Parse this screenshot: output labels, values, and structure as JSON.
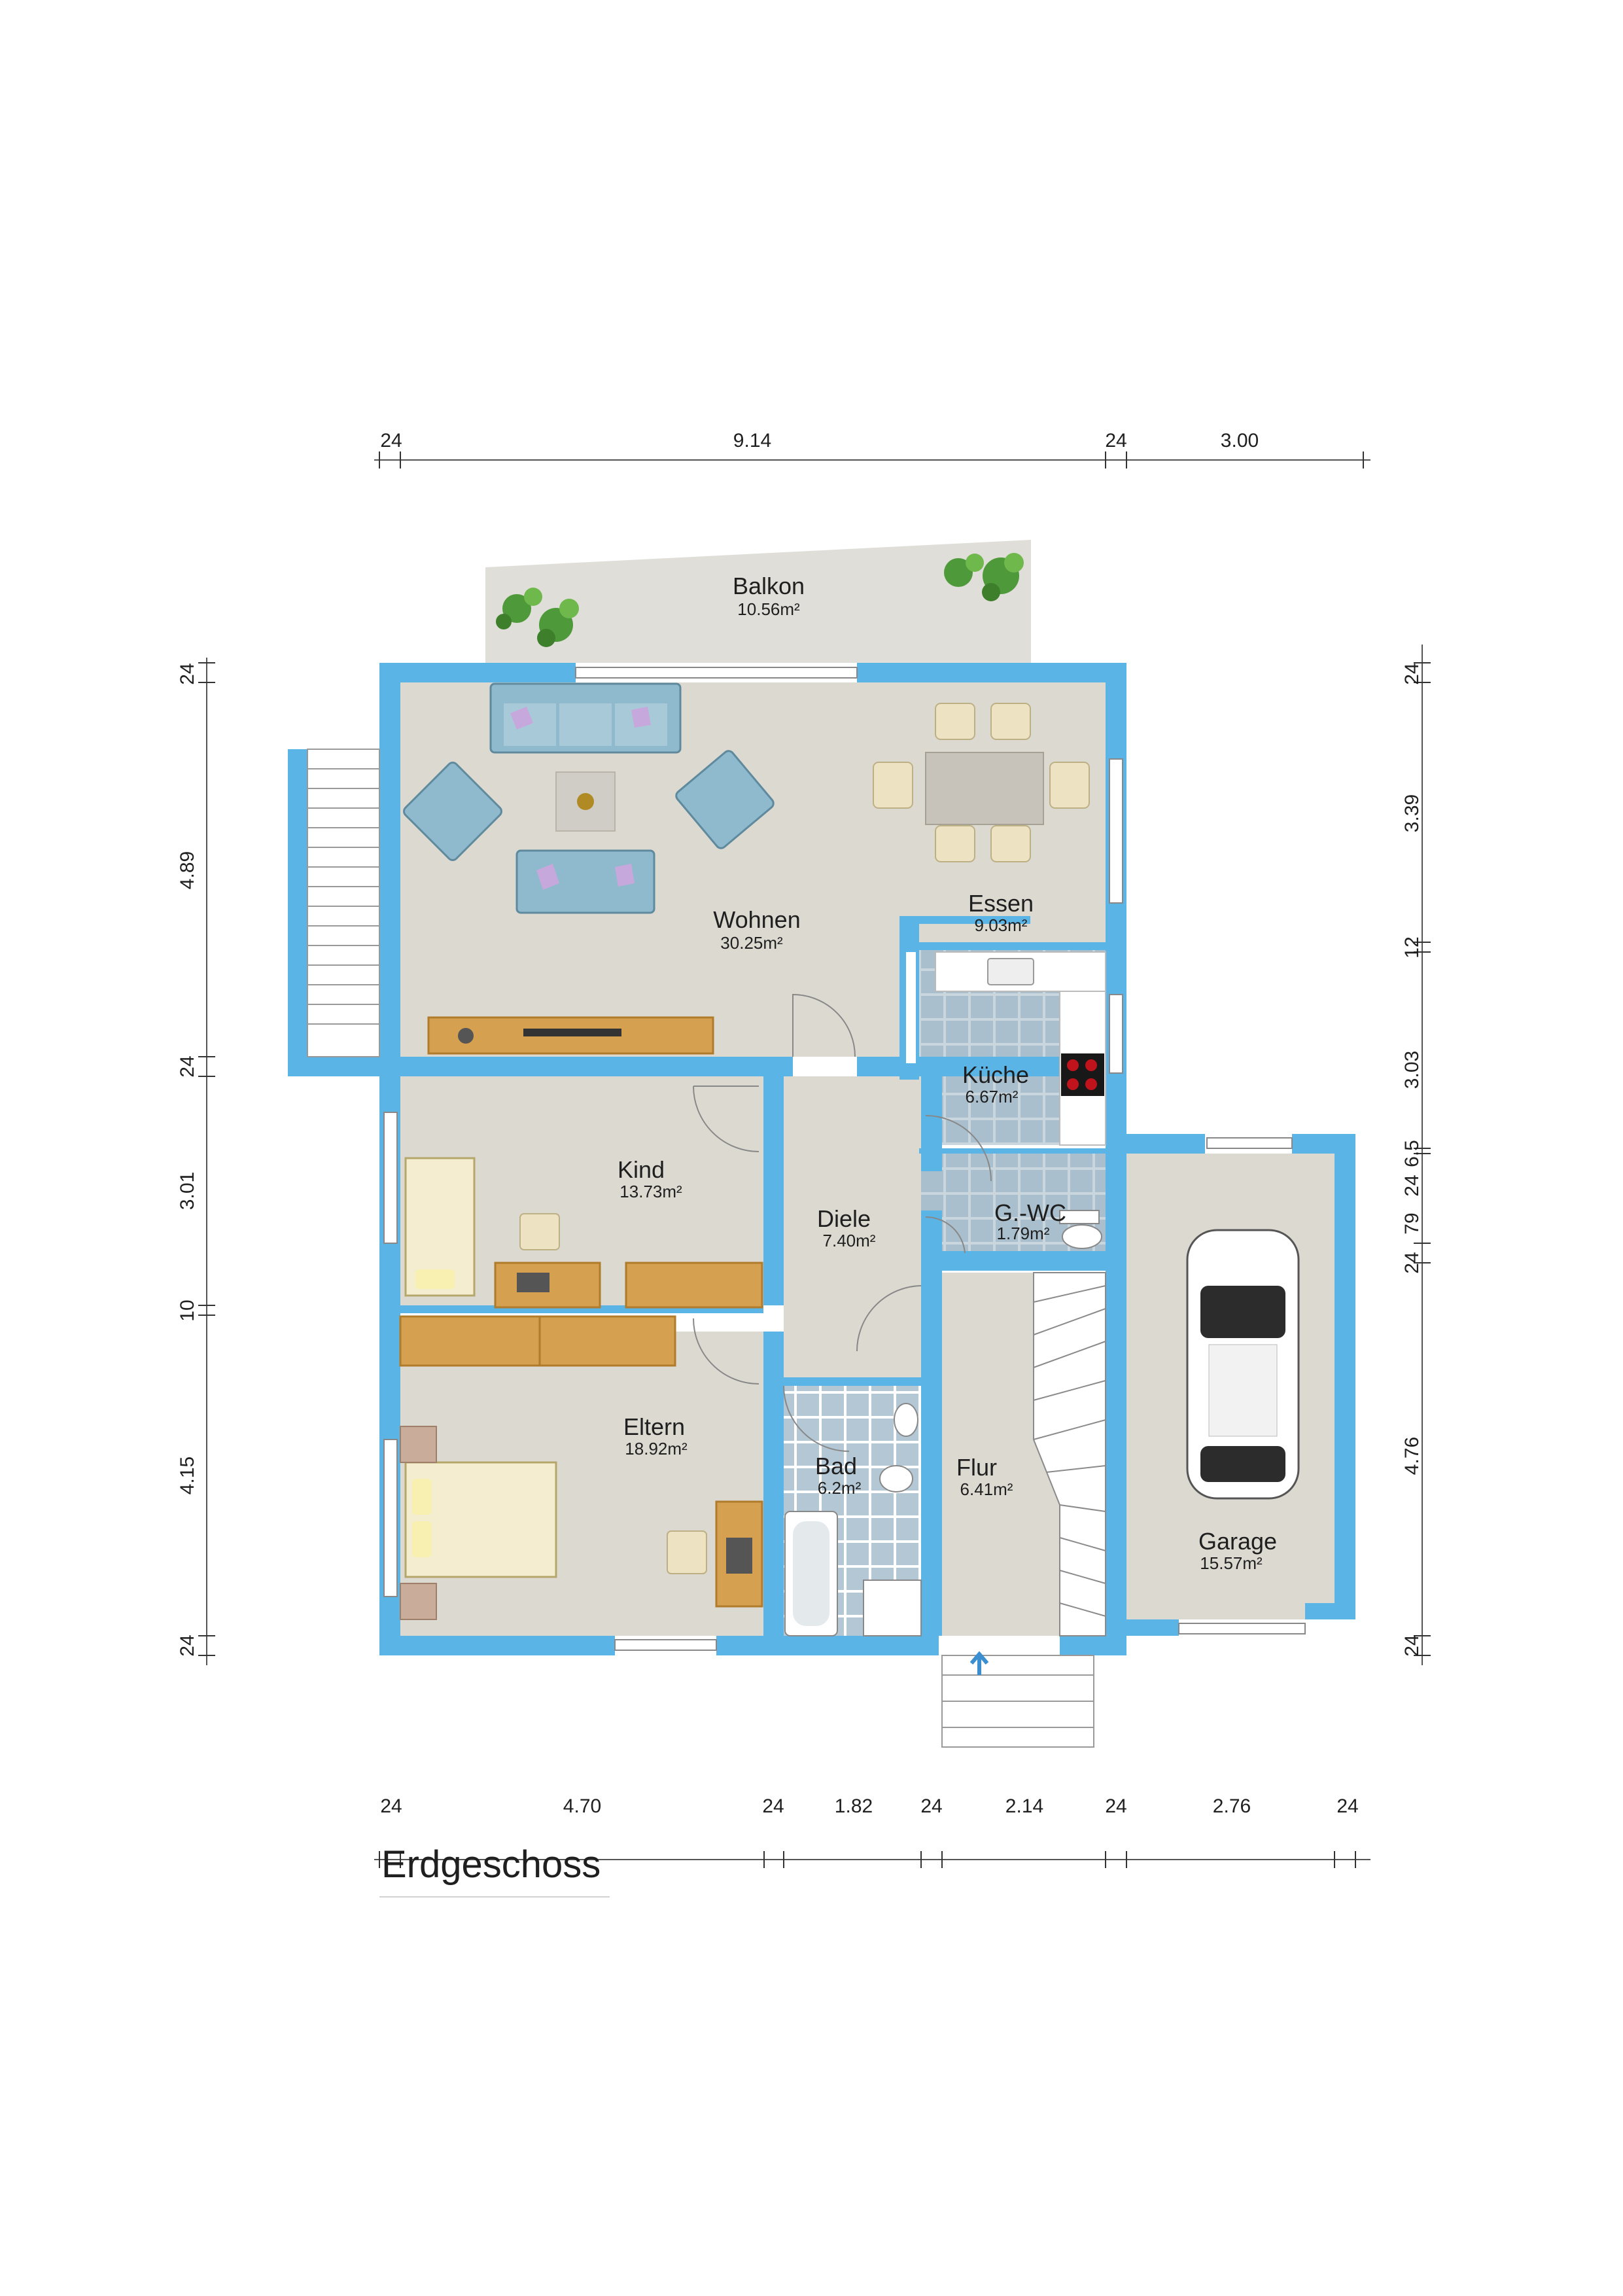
{
  "title": "Erdgeschoss",
  "rooms": {
    "balkon": {
      "name": "Balkon",
      "area": "10.56m²"
    },
    "wohnen": {
      "name": "Wohnen",
      "area": "30.25m²"
    },
    "essen": {
      "name": "Essen",
      "area": "9.03m²"
    },
    "kueche": {
      "name": "Küche",
      "area": "6.67m²"
    },
    "gwc": {
      "name": "G.-WC",
      "area": "1.79m²"
    },
    "kind": {
      "name": "Kind",
      "area": "13.73m²"
    },
    "diele": {
      "name": "Diele",
      "area": "7.40m²"
    },
    "eltern": {
      "name": "Eltern",
      "area": "18.92m²"
    },
    "bad": {
      "name": "Bad",
      "area": "6.2m²"
    },
    "flur": {
      "name": "Flur",
      "area": "6.41m²"
    },
    "garage": {
      "name": "Garage",
      "area": "15.57m²"
    }
  },
  "dimensions": {
    "top": [
      "24",
      "9.14",
      "24",
      "3.00"
    ],
    "bottom": [
      "24",
      "4.70",
      "24",
      "1.82",
      "24",
      "2.14",
      "24",
      "2.76",
      "24"
    ],
    "left": [
      "24",
      "4.89",
      "24",
      "3.01",
      "10",
      "4.15",
      "24"
    ],
    "right": [
      "24",
      "3.39",
      "12",
      "3.03",
      "6.5",
      "24",
      "79",
      "24",
      "4.76",
      "24"
    ]
  },
  "colors": {
    "wall": "#5ab4e5",
    "floor": "#dedbd4",
    "tile": "#b5c9d5",
    "wood": "#d5a050"
  }
}
